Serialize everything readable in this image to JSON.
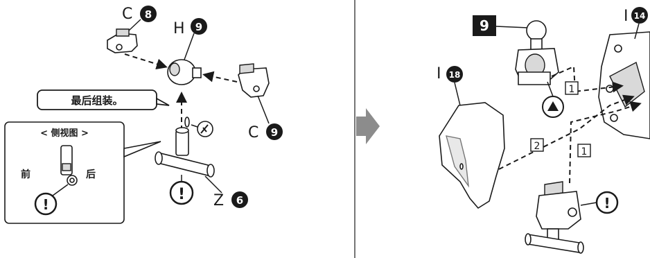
{
  "left_step": {
    "labels": {
      "c8": {
        "letter": "C",
        "number": "8"
      },
      "h9": {
        "letter": "H",
        "number": "9"
      },
      "c9": {
        "letter": "C",
        "number": "9"
      },
      "z6": {
        "letter": "Z",
        "number": "6"
      }
    },
    "callout_text": "最后组装。",
    "side_view": {
      "title": "< 侧视图 >",
      "front_label": "前",
      "back_label": "后"
    },
    "warning_symbol": "!"
  },
  "right_step": {
    "step_badge": "9",
    "labels": {
      "i14": {
        "letter": "I",
        "number": "14"
      },
      "i18": {
        "letter": "I",
        "number": "18"
      }
    },
    "order_marks": [
      "1",
      "2",
      "1"
    ],
    "warning_symbol": "!"
  },
  "arrow_icon": "next-step-arrow",
  "colors": {
    "ink": "#1a1a1a",
    "panel_gray": "#d9d9d9",
    "arrow_gray": "#8c8c8c"
  }
}
